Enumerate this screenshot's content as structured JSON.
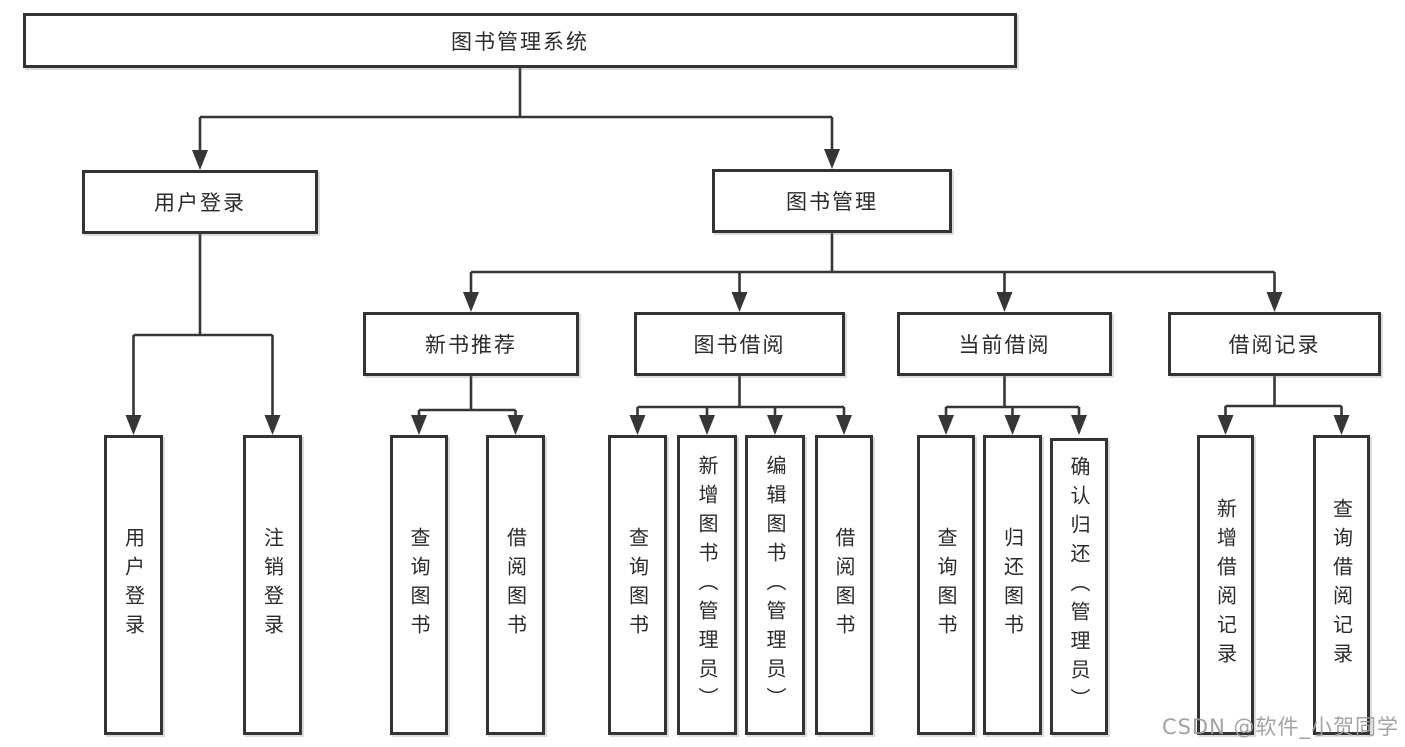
{
  "colors": {
    "line": "#363636",
    "box_border": "#333333",
    "text": "#2b2b2b",
    "watermark": "#9e9e9e",
    "background": "#ffffff"
  },
  "watermark": {
    "text": "CSDN @软件_小贺同学"
  },
  "tree": {
    "root": {
      "label": "图书管理系统"
    },
    "branches": [
      {
        "label": "用户登录",
        "children": [
          {
            "label": "用户登录"
          },
          {
            "label": "注销登录"
          }
        ]
      },
      {
        "label": "图书管理",
        "children": [
          {
            "label": "新书推荐",
            "children": [
              {
                "label": "查询图书"
              },
              {
                "label": "借阅图书"
              }
            ]
          },
          {
            "label": "图书借阅",
            "children": [
              {
                "label": "查询图书"
              },
              {
                "label": "新增图书（管理员）"
              },
              {
                "label": "编辑图书（管理员）"
              },
              {
                "label": "借阅图书"
              }
            ]
          },
          {
            "label": "当前借阅",
            "children": [
              {
                "label": "查询图书"
              },
              {
                "label": "归还图书"
              },
              {
                "label": "确认归还（管理员）"
              }
            ]
          },
          {
            "label": "借阅记录",
            "children": [
              {
                "label": "新增借阅记录"
              },
              {
                "label": "查询借阅记录"
              }
            ]
          }
        ]
      }
    ]
  }
}
